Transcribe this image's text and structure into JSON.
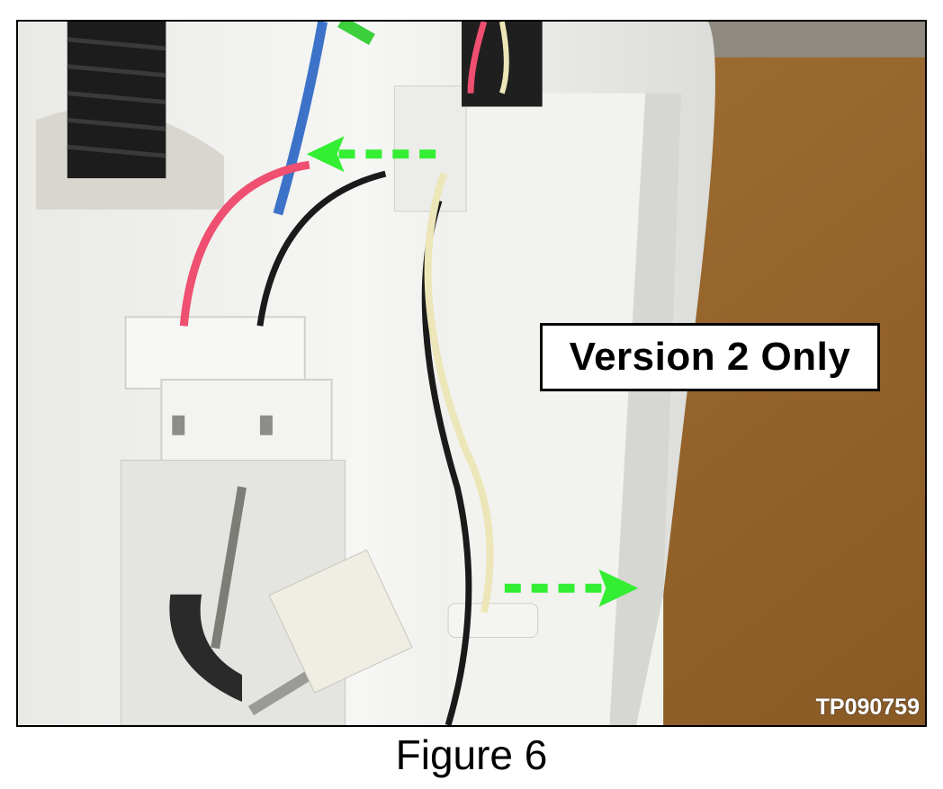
{
  "photo": {
    "label": "Version 2 Only",
    "photo_id": "TP090759",
    "colors": {
      "background": "#9b6a2e",
      "plastic": "#f4f4f2",
      "wire_red": "#ef4f70",
      "wire_blue": "#3c72c8",
      "wire_black": "#1a1a1a",
      "wire_cream": "#ece6b8",
      "arrow": "#33ee33"
    }
  },
  "caption": "Figure 6"
}
